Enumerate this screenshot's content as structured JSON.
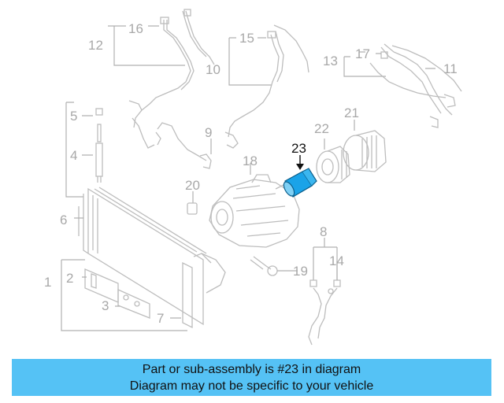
{
  "diagram": {
    "highlighted_part": "23",
    "highlight_color": "#1aa3e8",
    "callouts": [
      "1",
      "2",
      "3",
      "4",
      "5",
      "6",
      "7",
      "8",
      "9",
      "10",
      "11",
      "12",
      "13",
      "14",
      "15",
      "16",
      "17",
      "18",
      "19",
      "20",
      "21",
      "22",
      "23"
    ]
  },
  "caption": {
    "line1": "Part or sub-assembly is #23 in diagram",
    "line2": "Diagram may not be specific to your vehicle",
    "background": "#55c2f5"
  }
}
